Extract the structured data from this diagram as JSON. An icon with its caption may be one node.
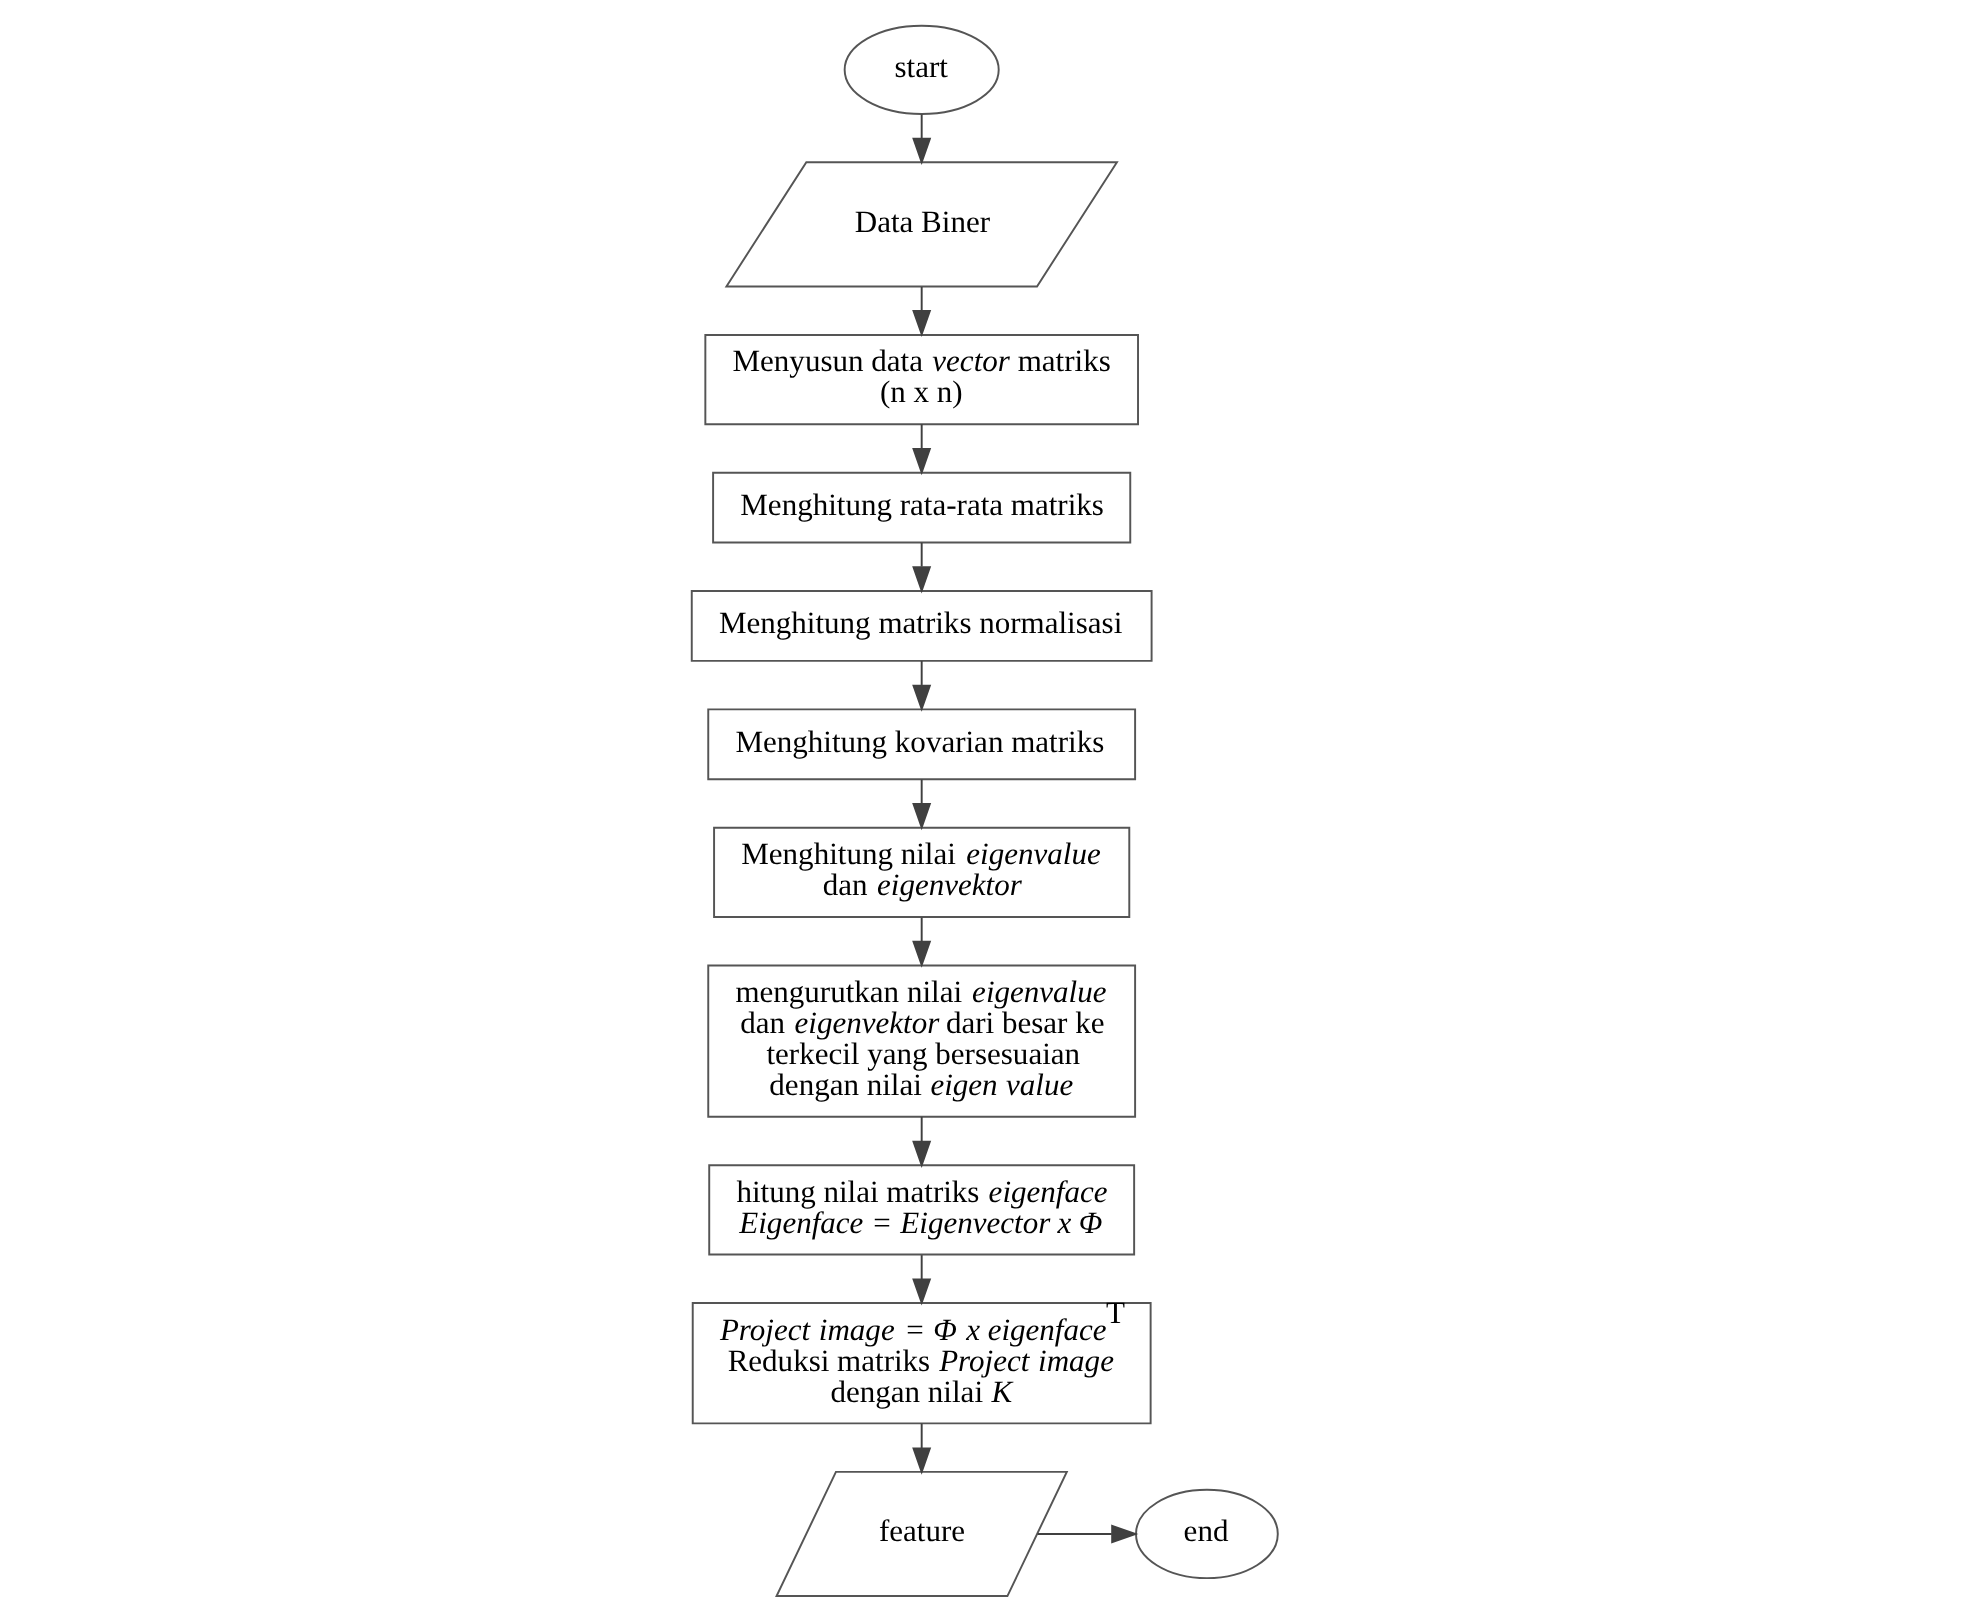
{
  "diagram": {
    "nodes": [
      {
        "text": [
          "start"
        ]
      },
      {
        "text": [
          "Data Biner"
        ]
      },
      {
        "text": [
          "Menyusun data *vector* matriks (n x n)"
        ]
      },
      {
        "text": [
          "Menghitung rata-rata matriks"
        ]
      },
      {
        "text": [
          "Menghitung matriks normalisasi"
        ]
      },
      {
        "text": [
          "Menghitung kovarian matriks"
        ]
      },
      {
        "text": [
          "Menghitung nilai *eigenvalue* dan *eigenvektor*"
        ]
      },
      {
        "text": [
          "mengurutkan nilai *eigenvalue* dan *eigenvektor* dari besar ke terkecil yang bersesuaian dengan nilai *eigen value*"
        ]
      },
      {
        "text": [
          "hitung nilai matriks *eigenface*",
          "*Eigenface = Eigenvector x Φ*"
        ]
      },
      {
        "text": [
          "*Project image = Φ x eigenface*$^{T}$",
          "Reduksi matriks *Project image* dengan nilai *K*"
        ]
      },
      {
        "text": [
          "feature"
        ]
      },
      {
        "text": [
          "end"
        ]
      }
    ],
    "edges": [
      {
        "from": 0,
        "to": 1,
        "arrow": "to"
      },
      {
        "from": 1,
        "to": 2,
        "arrow": "to"
      },
      {
        "from": 2,
        "to": 3,
        "arrow": "to"
      },
      {
        "from": 3,
        "to": 4,
        "arrow": "to"
      },
      {
        "from": 4,
        "to": 5,
        "arrow": "to"
      },
      {
        "from": 5,
        "to": 6,
        "arrow": "to"
      },
      {
        "from": 6,
        "to": 7,
        "arrow": "to"
      },
      {
        "from": 7,
        "to": 8,
        "arrow": "to"
      },
      {
        "from": 8,
        "to": 9,
        "arrow": "to"
      },
      {
        "from": 9,
        "to": 10,
        "arrow": "to"
      },
      {
        "from": 10,
        "to": 11,
        "arrow": "to"
      }
    ]
  }
}
